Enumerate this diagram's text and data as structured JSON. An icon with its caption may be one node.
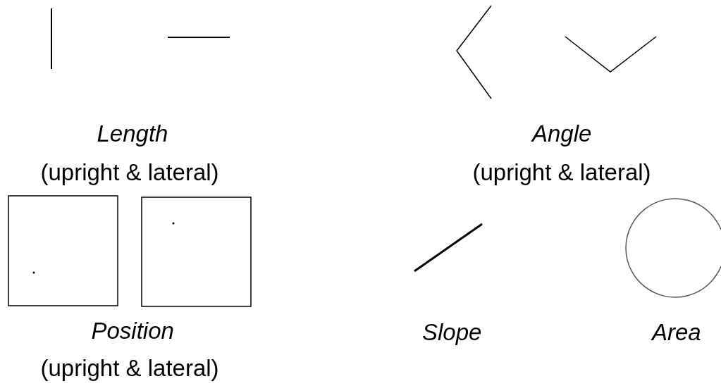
{
  "diagram": {
    "labels": [
      "Length",
      "(upright & lateral)",
      "Angle",
      "(upright & lateral)",
      "Position",
      "(upright & lateral)",
      "Slope",
      "Area"
    ]
  }
}
